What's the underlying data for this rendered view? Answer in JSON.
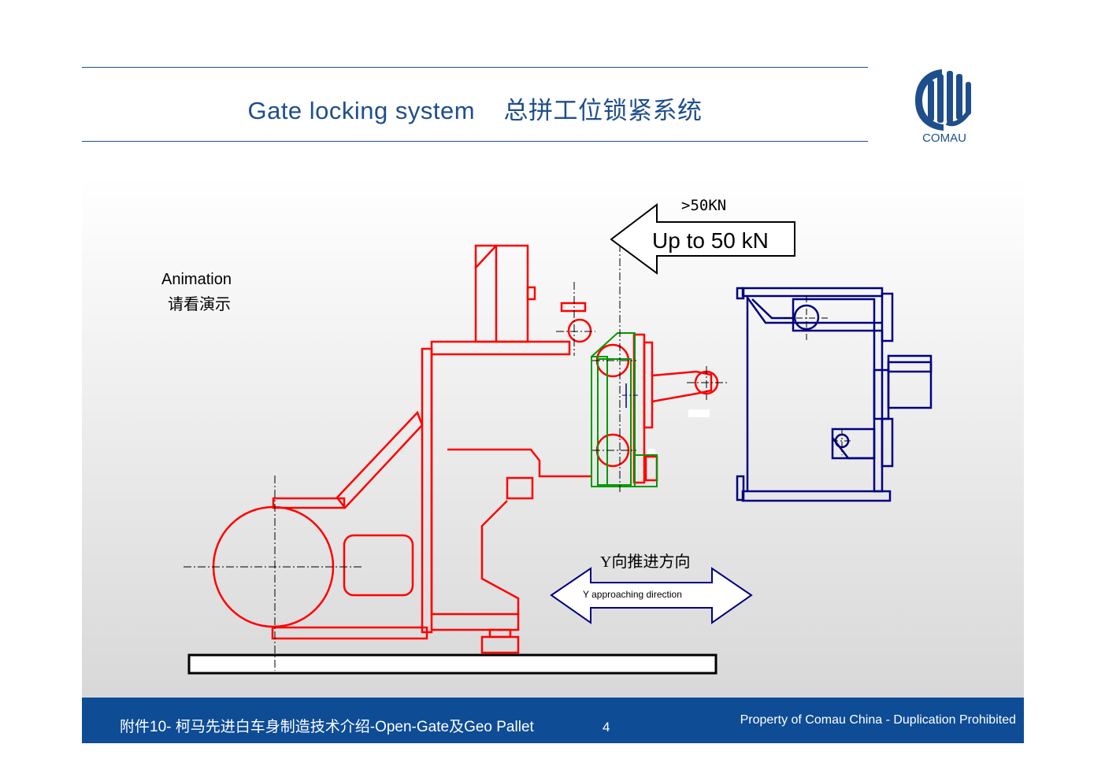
{
  "header": {
    "title": "Gate locking system    总拼工位锁紧系统",
    "logo_text": "COMAU"
  },
  "diagram": {
    "animation_label": "Animation",
    "animation_label_cn": "请看演示",
    "force_label_top": ">50KN",
    "force_label": "Up to 50 kN",
    "direction_label_cn": "Y向推进方向",
    "direction_label": "Y approaching direction"
  },
  "footer": {
    "left_text": "附件10- 柯马先进白车身制造技术介绍-Open-Gate及Geo Pallet",
    "page_number": "4",
    "right_text": "Property of  Comau China - Duplication Prohibited"
  },
  "colors": {
    "brand_blue": "#1f4e8c",
    "footer_blue": "#0e4c96",
    "machine_red": "#ff0000",
    "lock_green": "#009900",
    "gate_navy": "#000080"
  }
}
